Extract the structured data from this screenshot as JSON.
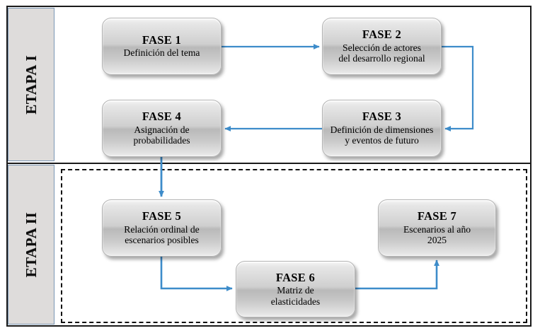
{
  "diagram": {
    "title_present": false,
    "stages": [
      {
        "id": "etapa-1",
        "label": "ETAPA I"
      },
      {
        "id": "etapa-2",
        "label": "ETAPA II"
      }
    ],
    "phases": [
      {
        "id": "fase-1",
        "title": "FASE 1",
        "desc": "Definición del tema",
        "stage": "etapa-1"
      },
      {
        "id": "fase-2",
        "title": "FASE 2",
        "desc": "Selección de actores\ndel desarrollo regional",
        "stage": "etapa-1"
      },
      {
        "id": "fase-3",
        "title": "FASE 3",
        "desc": "Definición de dimensiones\ny eventos de futuro",
        "stage": "etapa-1"
      },
      {
        "id": "fase-4",
        "title": "FASE 4",
        "desc": "Asignación de\nprobabilidades",
        "stage": "etapa-1"
      },
      {
        "id": "fase-5",
        "title": "FASE 5",
        "desc": "Relación ordinal de\nescenarios posibles",
        "stage": "etapa-2"
      },
      {
        "id": "fase-6",
        "title": "FASE 6",
        "desc": "Matriz de\nelasticidades",
        "stage": "etapa-2"
      },
      {
        "id": "fase-7",
        "title": "FASE 7",
        "desc": "Escenarios al año\n2025",
        "stage": "etapa-2"
      }
    ],
    "connections": [
      {
        "from": "fase-1",
        "to": "fase-2",
        "route": "horizontal-right"
      },
      {
        "from": "fase-2",
        "to": "fase-3",
        "route": "right-down-left"
      },
      {
        "from": "fase-3",
        "to": "fase-4",
        "route": "horizontal-left"
      },
      {
        "from": "fase-4",
        "to": "fase-5",
        "route": "vertical-down"
      },
      {
        "from": "fase-5",
        "to": "fase-6",
        "route": "down-right"
      },
      {
        "from": "fase-6",
        "to": "fase-7",
        "route": "right-up"
      }
    ],
    "colors": {
      "arrow": "#3d8cca",
      "frame": "#1a1a1a",
      "stage_fill": "#dedcdb",
      "stage_border": "#7a96b4",
      "dashed_border": "#111111",
      "box_body": "#c8c8c8",
      "background": "#ffffff"
    }
  }
}
